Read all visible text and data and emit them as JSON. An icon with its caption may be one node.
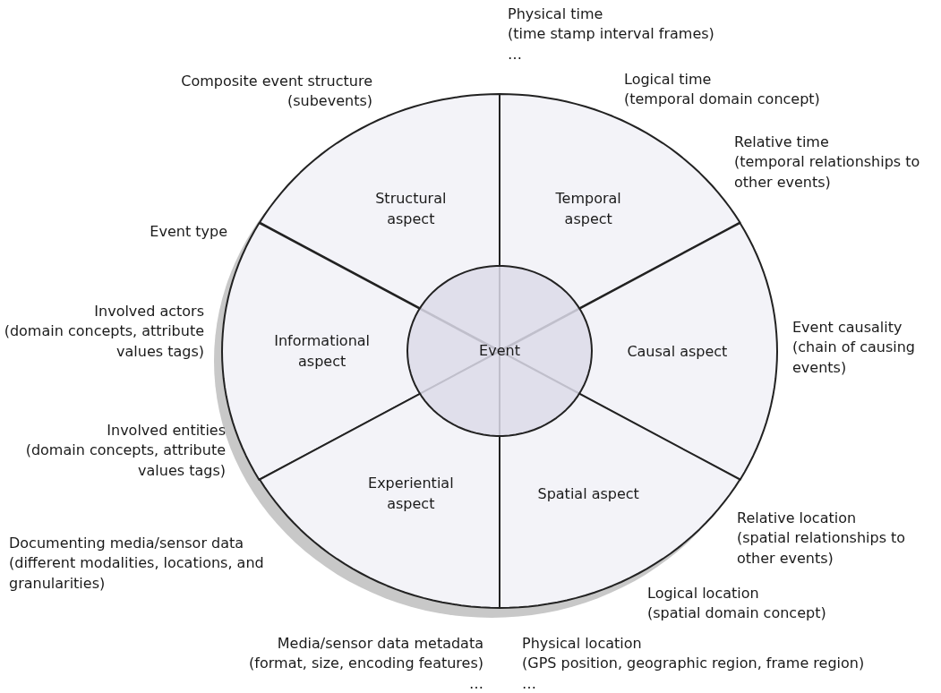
{
  "diagram": {
    "nodes": [
      {
        "text": [
          "Structural aspect"
        ],
        "beside": [
          "Composite event structure (subevents)"
        ]
      },
      {
        "text": [
          "Temporal aspect"
        ],
        "beside": [
          "Physical time (time stamp interval frames) …",
          "Logical time (temporal domain concept)",
          "Relative time (temporal relationships to other events)"
        ]
      },
      {
        "text": [
          "Informational aspect"
        ],
        "beside": [
          "Event type",
          "Involved actors (domain concepts, attribute values tags)",
          "Involved entities (domain concepts, attribute values tags)"
        ]
      },
      {
        "text": [
          "Event"
        ]
      },
      {
        "text": [
          "Causal aspect"
        ],
        "beside": [
          "Event causality (chain of causing events)"
        ]
      },
      {
        "text": [
          "Experiential aspect"
        ],
        "beside": [
          "Documenting media/sensor data (different modalities, locations, and granularities)",
          "Media/sensor data metadata (format, size, encoding features) …"
        ]
      },
      {
        "text": [
          "Spatial aspect"
        ],
        "beside": [
          "Relative location (spatial relationships to other events)",
          "Logical location (spatial domain concept)",
          "Physical location (GPS position, geographic region, frame region) …"
        ]
      }
    ]
  }
}
